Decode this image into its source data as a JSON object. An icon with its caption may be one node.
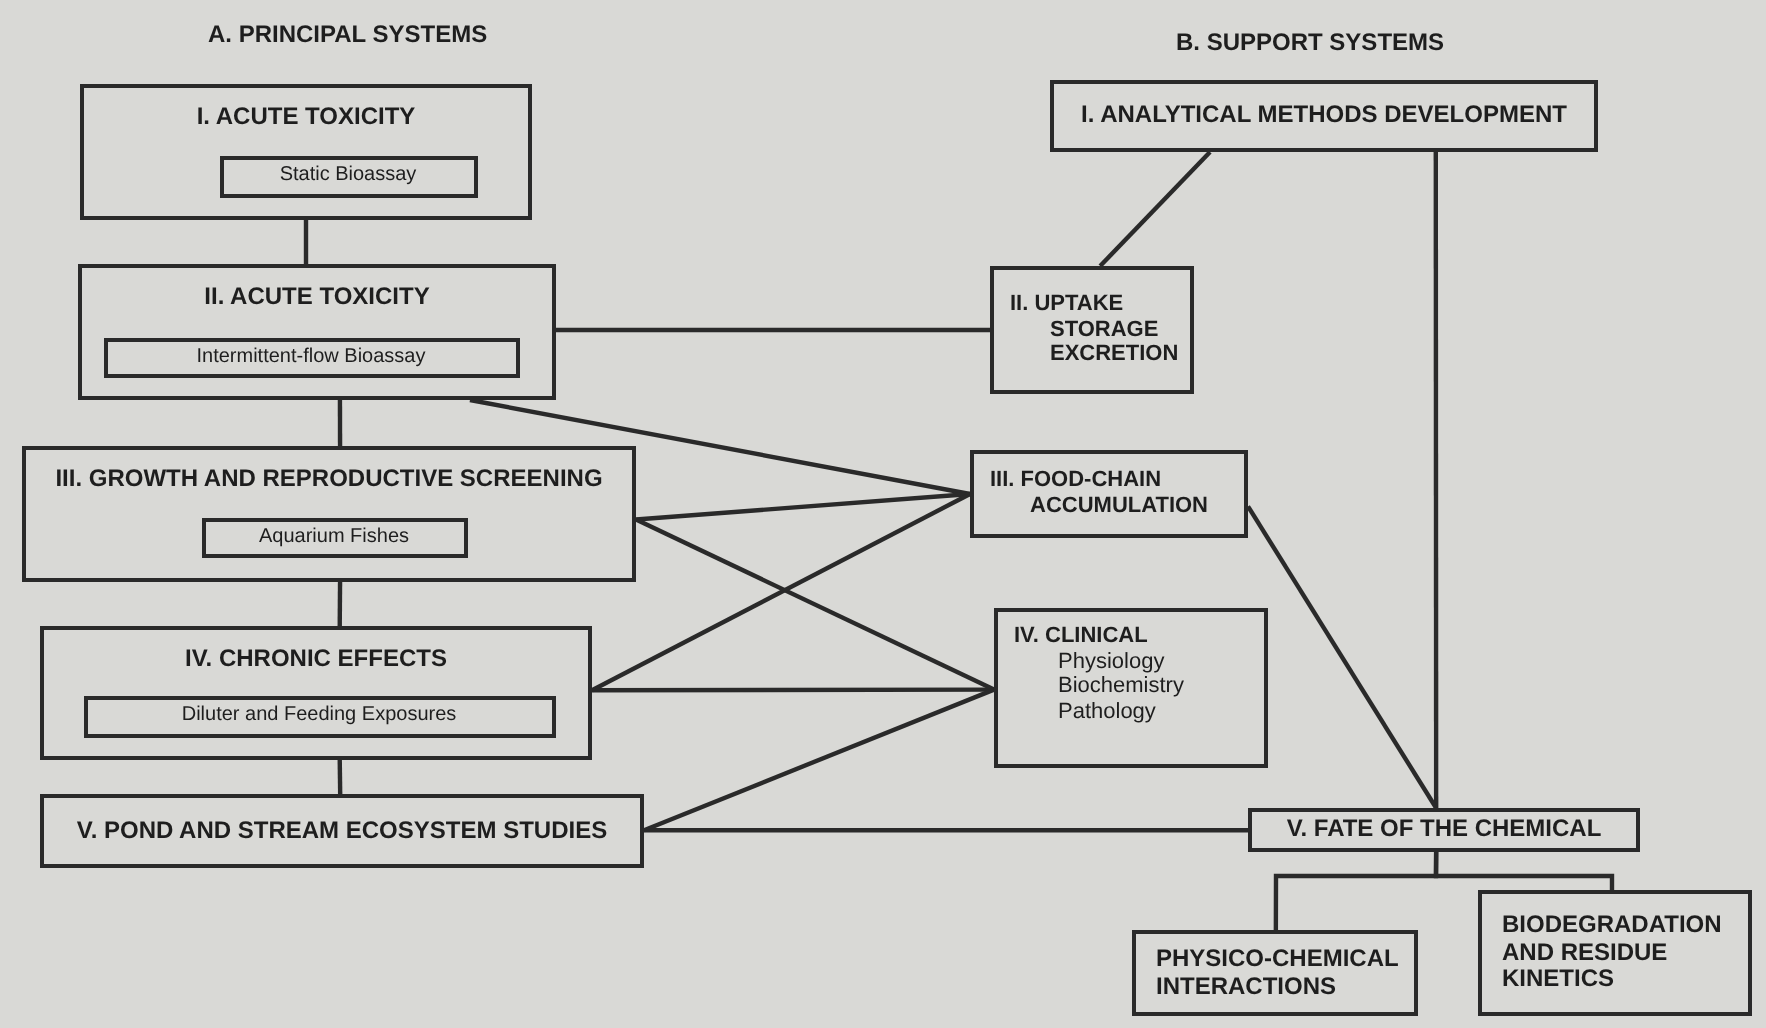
{
  "diagram": {
    "nodes": [
      {
        "text": [
          "I. ACUTE TOXICITY"
        ]
      },
      {
        "text": [
          "Static Bioassay"
        ],
        "in": 0
      },
      {
        "text": [
          "II. ACUTE TOXICITY"
        ]
      },
      {
        "text": [
          "Intermittent-flow Bioassay"
        ],
        "in": 2
      },
      {
        "text": [
          "III. GROWTH AND REPRODUCTIVE SCREENING"
        ]
      },
      {
        "text": [
          "Aquarium Fishes"
        ],
        "in": 4
      },
      {
        "text": [
          "IV. CHRONIC EFFECTS"
        ]
      },
      {
        "text": [
          "Diluter and Feeding Exposures"
        ],
        "in": 6
      },
      {
        "text": [
          "V. POND AND STREAM ECOSYSTEM STUDIES"
        ]
      },
      {
        "text": [
          "I. ANALYTICAL METHODS DEVELOPMENT"
        ]
      },
      {
        "text": [
          "II. UPTAKE STORAGE EXCRETION"
        ]
      },
      {
        "text": [
          "III. FOOD-CHAIN ACCUMULATION"
        ]
      },
      {
        "text": [
          "IV. CLINICAL",
          "Physiology Biochemistry Pathology"
        ]
      },
      {
        "text": [
          "V. FATE OF THE CHEMICAL"
        ]
      },
      {
        "text": [
          "PHYSICO-CHEMICAL INTERACTIONS"
        ]
      },
      {
        "text": [
          "BIODEGRADATION AND RESIDUE KINETICS"
        ]
      }
    ],
    "edges": [
      {
        "from": 0,
        "to": 2,
        "arrow": "none"
      },
      {
        "from": 2,
        "to": 4,
        "arrow": "none"
      },
      {
        "from": 4,
        "to": 6,
        "arrow": "none"
      },
      {
        "from": 6,
        "to": 8,
        "arrow": "none"
      },
      {
        "from": 2,
        "to": 10,
        "arrow": "none"
      },
      {
        "from": 2,
        "to": 11,
        "arrow": "none"
      },
      {
        "from": 4,
        "to": 11,
        "arrow": "none"
      },
      {
        "from": 4,
        "to": 12,
        "arrow": "none"
      },
      {
        "from": 6,
        "to": 11,
        "arrow": "none"
      },
      {
        "from": 6,
        "to": 12,
        "arrow": "none"
      },
      {
        "from": 8,
        "to": 12,
        "arrow": "none"
      },
      {
        "from": 8,
        "to": 13,
        "arrow": "none"
      },
      {
        "from": 9,
        "to": 10,
        "arrow": "none"
      },
      {
        "from": 9,
        "to": 13,
        "arrow": "none"
      },
      {
        "from": 11,
        "to": 13,
        "arrow": "none"
      },
      {
        "from": 13,
        "to": 14,
        "arrow": "none"
      },
      {
        "from": 13,
        "to": 15,
        "arrow": "none"
      }
    ],
    "labels": [
      "A. PRINCIPAL SYSTEMS",
      "B. SUPPORT SYSTEMS"
    ]
  }
}
